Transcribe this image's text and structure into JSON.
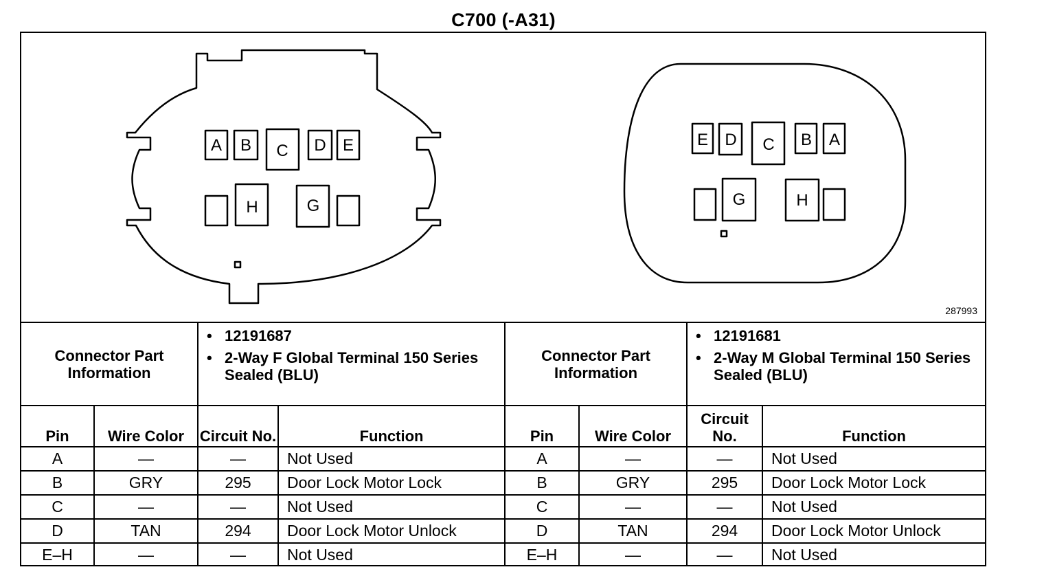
{
  "title": "C700 (-A31)",
  "diagram_number": "287993",
  "connectors": [
    {
      "info_label": "Connector Part Information",
      "info_items": [
        "12191687",
        "2-Way F Global Terminal 150 Series Sealed (BLU)"
      ],
      "headers": {
        "pin": "Pin",
        "wire_color": "Wire Color",
        "circuit": "Circuit No.",
        "function": "Function"
      },
      "rows": [
        {
          "pin": "A",
          "wire": "—",
          "circuit": "—",
          "function": "Not Used"
        },
        {
          "pin": "B",
          "wire": "GRY",
          "circuit": "295",
          "function": "Door Lock Motor Lock"
        },
        {
          "pin": "C",
          "wire": "—",
          "circuit": "—",
          "function": "Not Used"
        },
        {
          "pin": "D",
          "wire": "TAN",
          "circuit": "294",
          "function": "Door Lock Motor Unlock"
        },
        {
          "pin": "E–H",
          "wire": "—",
          "circuit": "—",
          "function": "Not Used"
        }
      ]
    },
    {
      "info_label": "Connector Part Information",
      "info_items": [
        "12191681",
        "2-Way M Global Terminal 150 Series Sealed (BLU)"
      ],
      "headers": {
        "pin": "Pin",
        "wire_color": "Wire Color",
        "circuit": "Circuit No.",
        "function": "Function"
      },
      "rows": [
        {
          "pin": "A",
          "wire": "—",
          "circuit": "—",
          "function": "Not Used"
        },
        {
          "pin": "B",
          "wire": "GRY",
          "circuit": "295",
          "function": "Door Lock Motor Lock"
        },
        {
          "pin": "C",
          "wire": "—",
          "circuit": "—",
          "function": "Not Used"
        },
        {
          "pin": "D",
          "wire": "TAN",
          "circuit": "294",
          "function": "Door Lock Motor Unlock"
        },
        {
          "pin": "E–H",
          "wire": "—",
          "circuit": "—",
          "function": "Not Used"
        }
      ]
    }
  ],
  "female_face_labels": {
    "a": "A",
    "b": "B",
    "c": "C",
    "d": "D",
    "e": "E",
    "h": "H",
    "g": "G"
  },
  "male_face_labels": {
    "e": "E",
    "d": "D",
    "c": "C",
    "b": "B",
    "a": "A",
    "g": "G",
    "h": "H"
  }
}
